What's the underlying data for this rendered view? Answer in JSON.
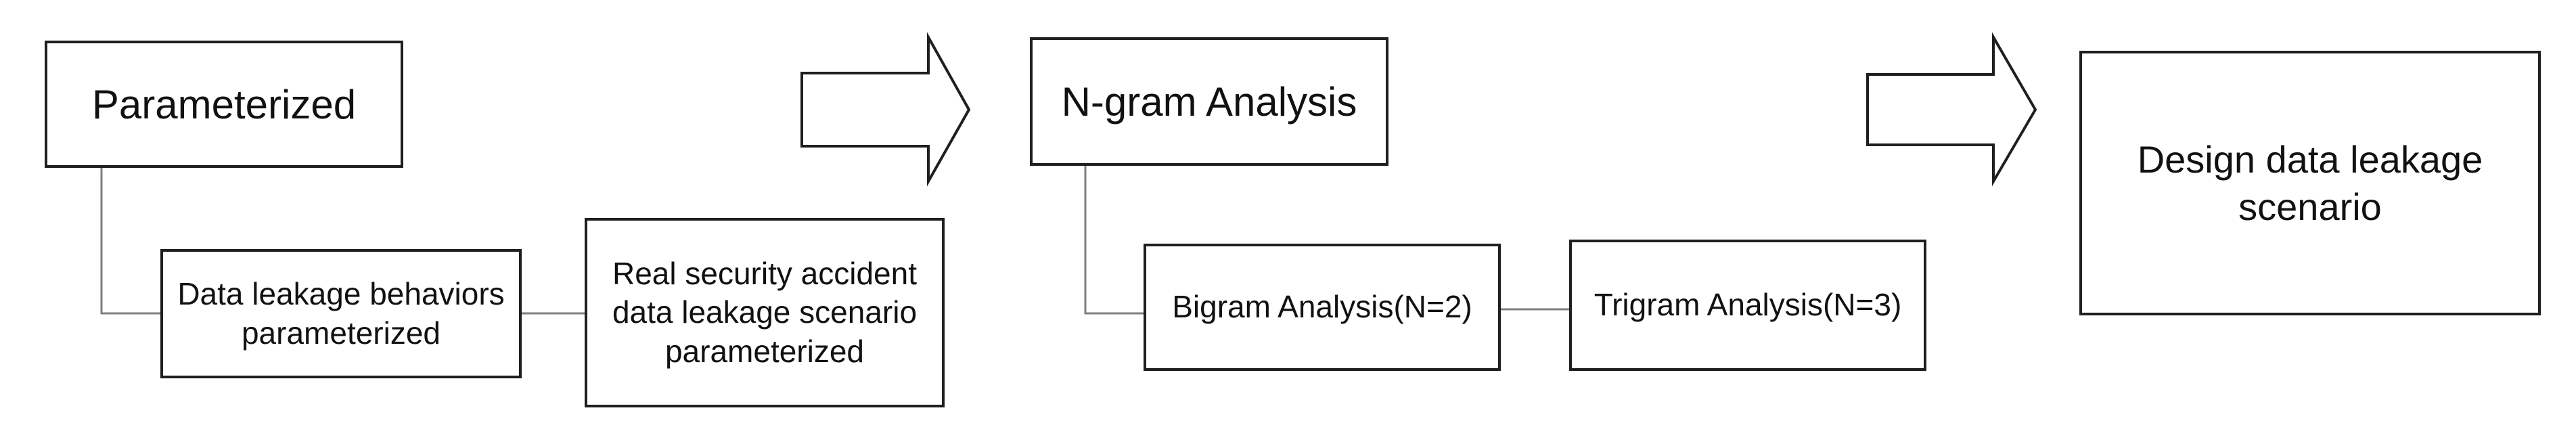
{
  "diagram": {
    "stage1": {
      "title": "Parameterized",
      "substep_behaviors": [
        "Data leakage behaviors",
        "parameterized"
      ],
      "substep_accident": [
        "Real security accident",
        "data leakage scenario",
        "parameterized"
      ]
    },
    "stage2": {
      "title": "N-gram Analysis",
      "substep_bigram": "Bigram Analysis(N=2)",
      "substep_trigram": "Trigram Analysis(N=3)"
    },
    "stage3": {
      "title": "Design data leakage scenario"
    }
  },
  "colors": {
    "box_border": "#1f1f1f",
    "connector": "#7f7f7f",
    "arrow_outline": "#1f1f1f",
    "background": "#ffffff",
    "text": "#111111"
  }
}
